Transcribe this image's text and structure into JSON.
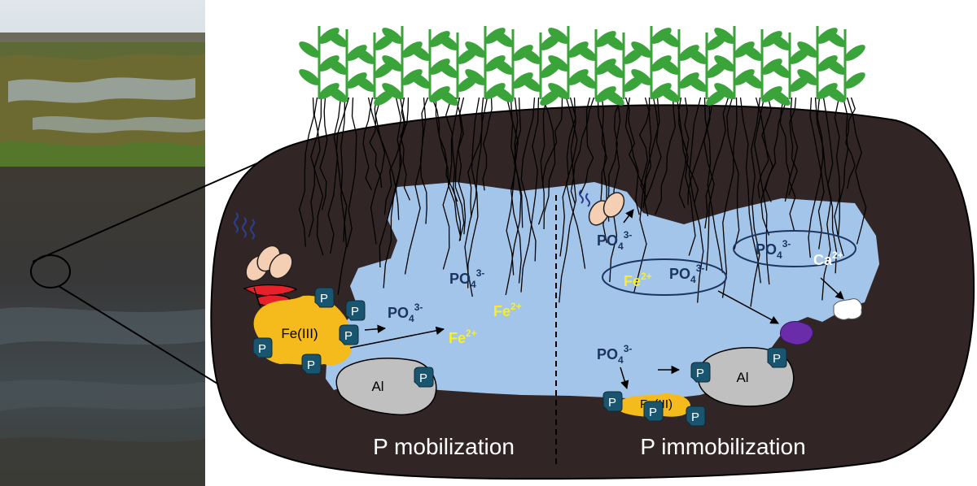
{
  "colors": {
    "soil": "#312625",
    "water": "#a3c5ea",
    "iron_oxide": "#f5ba1c",
    "aluminium": "#c0c0c0",
    "phosphate_tag": "#1a5570",
    "ion_navy": "#1b3560",
    "ferrous_yellow": "#f7ef2a",
    "leaf_green": "#3aa33a",
    "microbe": "#f5cfb4",
    "reductase_red": "#e8202a",
    "precipitate_purple": "#6a2ca8"
  },
  "labels": {
    "left_title": "P mobilization",
    "right_title": "P immobilization",
    "phosphate_base": "PO",
    "phosphate_sub": "4",
    "phosphate_charge": "3-",
    "ferrous": "Fe",
    "ferrous_charge": "2+",
    "calcium": "Ca",
    "calcium_charge": "2+",
    "iron_mineral": "Fe(III)",
    "aluminium": "Al",
    "p_tag": "P"
  },
  "icons": [
    "plant-canopy-icon",
    "root-system-icon",
    "microbe-icon",
    "reductase-enzyme-icon",
    "p-tag-icon",
    "calcium-phosphate-precipitate-icon",
    "iron-phosphate-precipitate-icon"
  ]
}
